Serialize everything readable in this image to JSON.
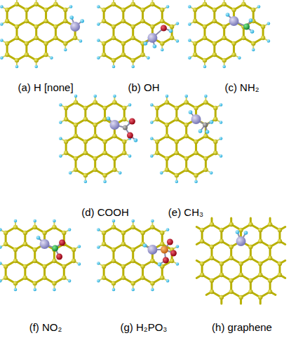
{
  "diagram": {
    "labels": [
      "(a) H [none]",
      "(b) OH",
      "(c) NH₂",
      "(d) COOH",
      "(e) CH₃",
      "(f) NO₂",
      "(g) H₂PO₃",
      "(h) graphene"
    ]
  }
}
